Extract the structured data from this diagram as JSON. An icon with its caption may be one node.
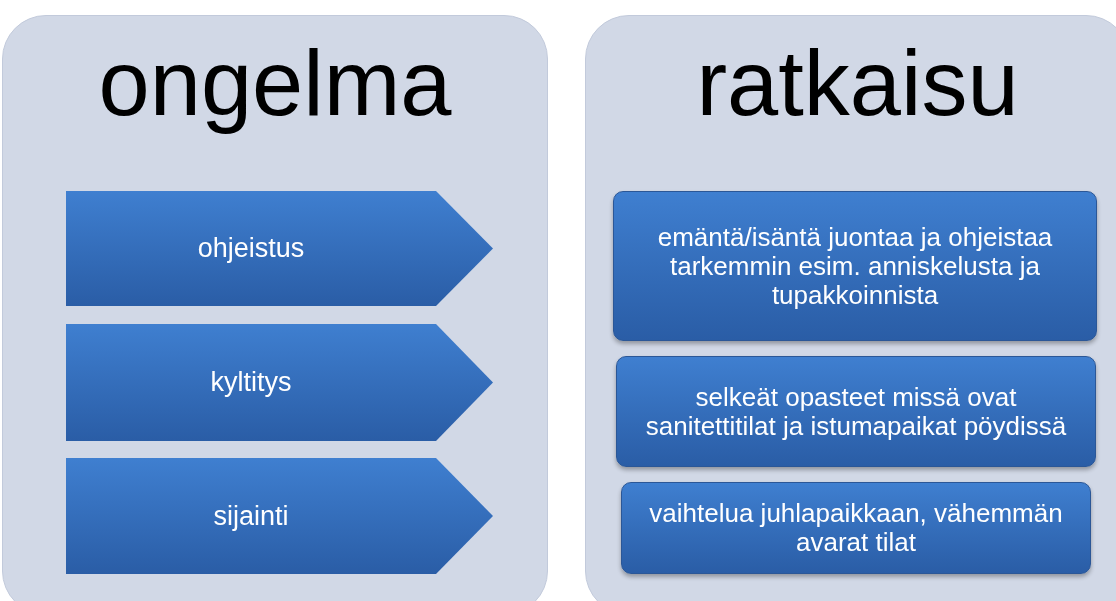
{
  "diagram": {
    "nodes": [
      {
        "text": [
          "ongelma"
        ]
      },
      {
        "text": [
          "ohjeistus"
        ],
        "in": 0
      },
      {
        "text": [
          "kyltitys"
        ],
        "in": 0
      },
      {
        "text": [
          "sijainti"
        ],
        "in": 0
      },
      {
        "text": [
          "ratkaisu"
        ]
      },
      {
        "text": [
          "emäntä/isäntä juontaa ja ohjeistaa tarkemmin esim. anniskelusta ja tupakkoinnista"
        ],
        "in": 4
      },
      {
        "text": [
          "selkeät opasteet missä ovat sanitettitilat ja istumapaikat pöydissä"
        ],
        "in": 4
      },
      {
        "text": [
          "vaihtelua juhlapaikkaan, vähemmän avarat tilat"
        ],
        "in": 4
      }
    ]
  }
}
